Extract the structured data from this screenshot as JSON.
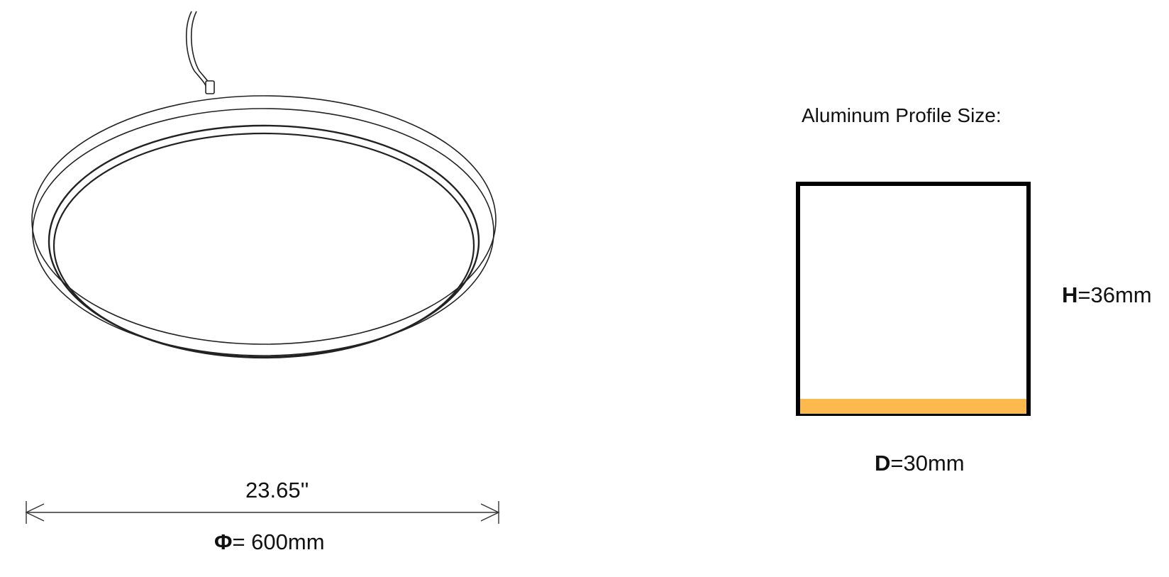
{
  "ring_drawing": {
    "dimension": {
      "inches": "23.65''",
      "phi_symbol": "Φ",
      "phi_value": "= 600mm"
    }
  },
  "profile": {
    "title": "Aluminum Profile Size:",
    "height": {
      "symbol": "H",
      "value": "=36mm"
    },
    "depth": {
      "symbol": "D",
      "value": "=30mm"
    },
    "colors": {
      "outline": "#000000",
      "light_strip": "#FDB94E"
    }
  }
}
